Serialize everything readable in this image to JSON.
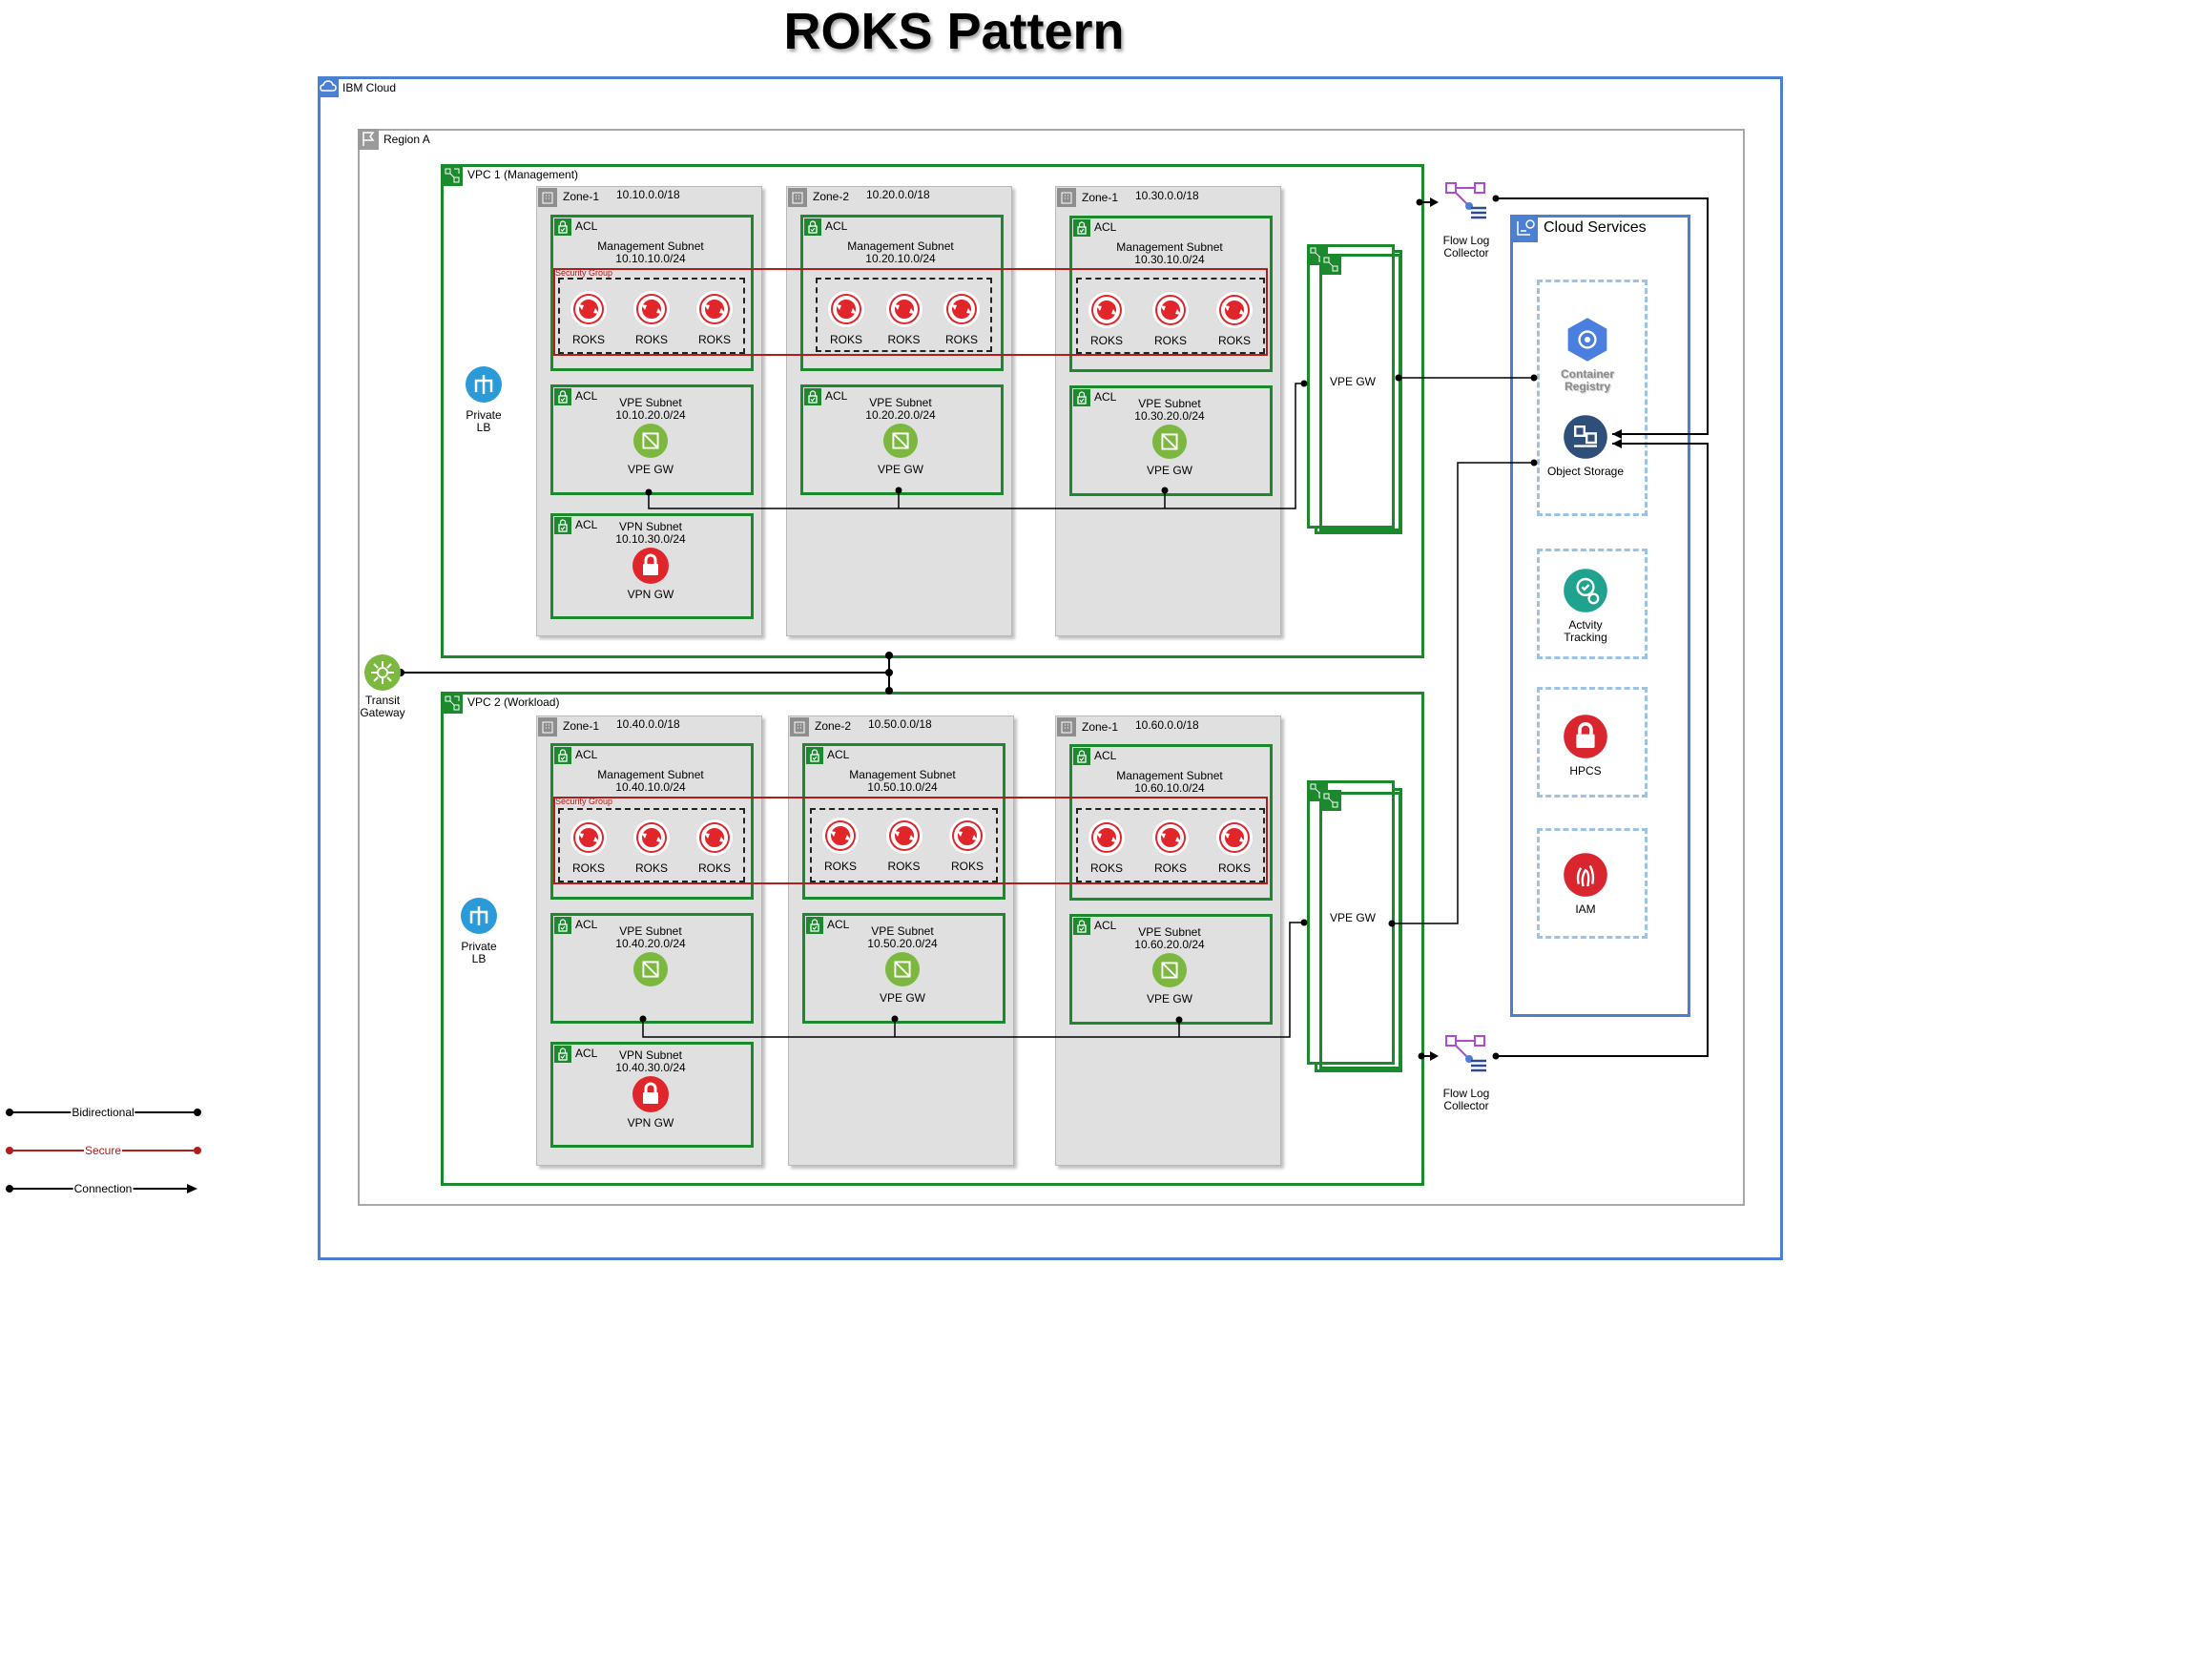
{
  "title": "ROKS Pattern",
  "cloud_label": "IBM Cloud",
  "region_label": "Region A",
  "vpc1": {
    "label": "VPC 1 (Management)",
    "private_lb": [
      "Private",
      "LB"
    ],
    "zones": [
      {
        "zone": "Zone-1",
        "cidr": "10.10.0.0/18",
        "mgmt_subnet": "Management Subnet",
        "mgmt_cidr": "10.10.10.0/24",
        "vpe_subnet": "VPE Subnet",
        "vpe_cidr": "10.10.20.0/24",
        "vpe_gw": "VPE GW",
        "vpn_subnet": "VPN Subnet",
        "vpn_cidr": "10.10.30.0/24",
        "vpn_gw": "VPN GW"
      },
      {
        "zone": "Zone-2",
        "cidr": "10.20.0.0/18",
        "mgmt_subnet": "Management Subnet",
        "mgmt_cidr": "10.20.10.0/24",
        "vpe_subnet": "VPE Subnet",
        "vpe_cidr": "10.20.20.0/24",
        "vpe_gw": "VPE GW"
      },
      {
        "zone": "Zone-1",
        "cidr": "10.30.0.0/18",
        "mgmt_subnet": "Management Subnet",
        "mgmt_cidr": "10.30.10.0/24",
        "vpe_subnet": "VPE Subnet",
        "vpe_cidr": "10.30.20.0/24",
        "vpe_gw": "VPE GW"
      }
    ],
    "vpe_gw_label": "VPE GW"
  },
  "vpc2": {
    "label": "VPC 2 (Workload)",
    "private_lb": [
      "Private",
      "LB"
    ],
    "zones": [
      {
        "zone": "Zone-1",
        "cidr": "10.40.0.0/18",
        "mgmt_subnet": "Management Subnet",
        "mgmt_cidr": "10.40.10.0/24",
        "vpe_subnet": "VPE Subnet",
        "vpe_cidr": "10.40.20.0/24",
        "vpn_subnet": "VPN Subnet",
        "vpn_cidr": "10.40.30.0/24",
        "vpn_gw": "VPN GW"
      },
      {
        "zone": "Zone-2",
        "cidr": "10.50.0.0/18",
        "mgmt_subnet": "Management Subnet",
        "mgmt_cidr": "10.50.10.0/24",
        "vpe_subnet": "VPE Subnet",
        "vpe_cidr": "10.50.20.0/24",
        "vpe_gw": "VPE GW"
      },
      {
        "zone": "Zone-1",
        "cidr": "10.60.0.0/18",
        "mgmt_subnet": "Management Subnet",
        "mgmt_cidr": "10.60.10.0/24",
        "vpe_subnet": "VPE Subnet",
        "vpe_cidr": "10.60.20.0/24",
        "vpe_gw": "VPE GW"
      }
    ],
    "vpe_gw_label": "VPE GW"
  },
  "acl": "ACL",
  "security_group": "Security Group",
  "roks": "ROKS",
  "transit_gateway": [
    "Transit",
    "Gateway"
  ],
  "flow_log_collector": [
    "Flow Log",
    "Collector"
  ],
  "cloud_services": {
    "label": "Cloud Services",
    "items": [
      {
        "name": [
          "Container",
          "Registry"
        ],
        "icon": "container-registry-icon",
        "color": "#4a7fe0"
      },
      {
        "name": [
          "Object Storage"
        ],
        "icon": "object-storage-icon",
        "color": "#2e4f7a"
      },
      {
        "name": [
          "Actvity",
          "Tracking"
        ],
        "icon": "activity-tracking-icon",
        "color": "#1fa38f"
      },
      {
        "name": [
          "HPCS"
        ],
        "icon": "hpcs-icon",
        "color": "#d8252e"
      },
      {
        "name": [
          "IAM"
        ],
        "icon": "iam-icon",
        "color": "#d8252e"
      }
    ]
  },
  "legend": [
    {
      "label": "Bidirectional",
      "color": "#000000"
    },
    {
      "label": "Secure",
      "color": "#b11c1c"
    },
    {
      "label": "Connection",
      "color": "#000000"
    }
  ],
  "colors": {
    "cloud": "#4b7fd1",
    "vpc": "#1b8a2d",
    "secure": "#b11c1c",
    "roks": "#e0262b",
    "vpe": "#7cb83f",
    "lb": "#2b9ad8"
  }
}
